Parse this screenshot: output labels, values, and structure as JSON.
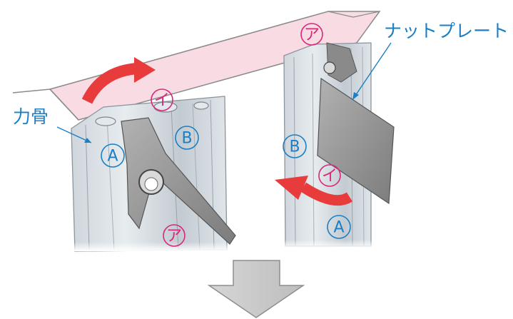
{
  "labels": {
    "frame_label": "力骨",
    "nut_plate_label": "ナットプレート",
    "mark_a_left": "A",
    "mark_b_left": "B",
    "mark_a_right": "A",
    "mark_b_right": "B",
    "mark_i_left": "イ",
    "mark_a_kana_left": "ア",
    "mark_a_kana_top": "ア",
    "mark_i_right": "イ"
  },
  "colors": {
    "label_blue": "#1a7fc4",
    "label_pink": "#d8287a",
    "arrow_red": "#e83b3b",
    "top_plate_pink": "#f9dbe3",
    "next_step_arrow": "#c9c9c9"
  },
  "icons": {
    "rotate_clockwise": "curved-arrow-right-icon",
    "rotate_counterclockwise": "curved-arrow-left-icon",
    "next_step": "down-arrow-icon"
  }
}
